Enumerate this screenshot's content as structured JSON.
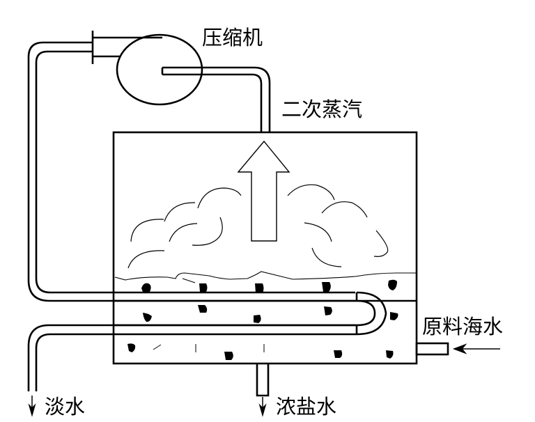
{
  "diagram": {
    "title": "Mechanical vapor compression seawater desalination",
    "labels": {
      "compressor": "压缩机",
      "secondary_steam": "二次蒸汽",
      "feed_seawater": "原料海水",
      "fresh_water": "淡水",
      "brine": "浓盐水"
    },
    "colors": {
      "stroke": "#000000",
      "background": "#ffffff"
    }
  }
}
